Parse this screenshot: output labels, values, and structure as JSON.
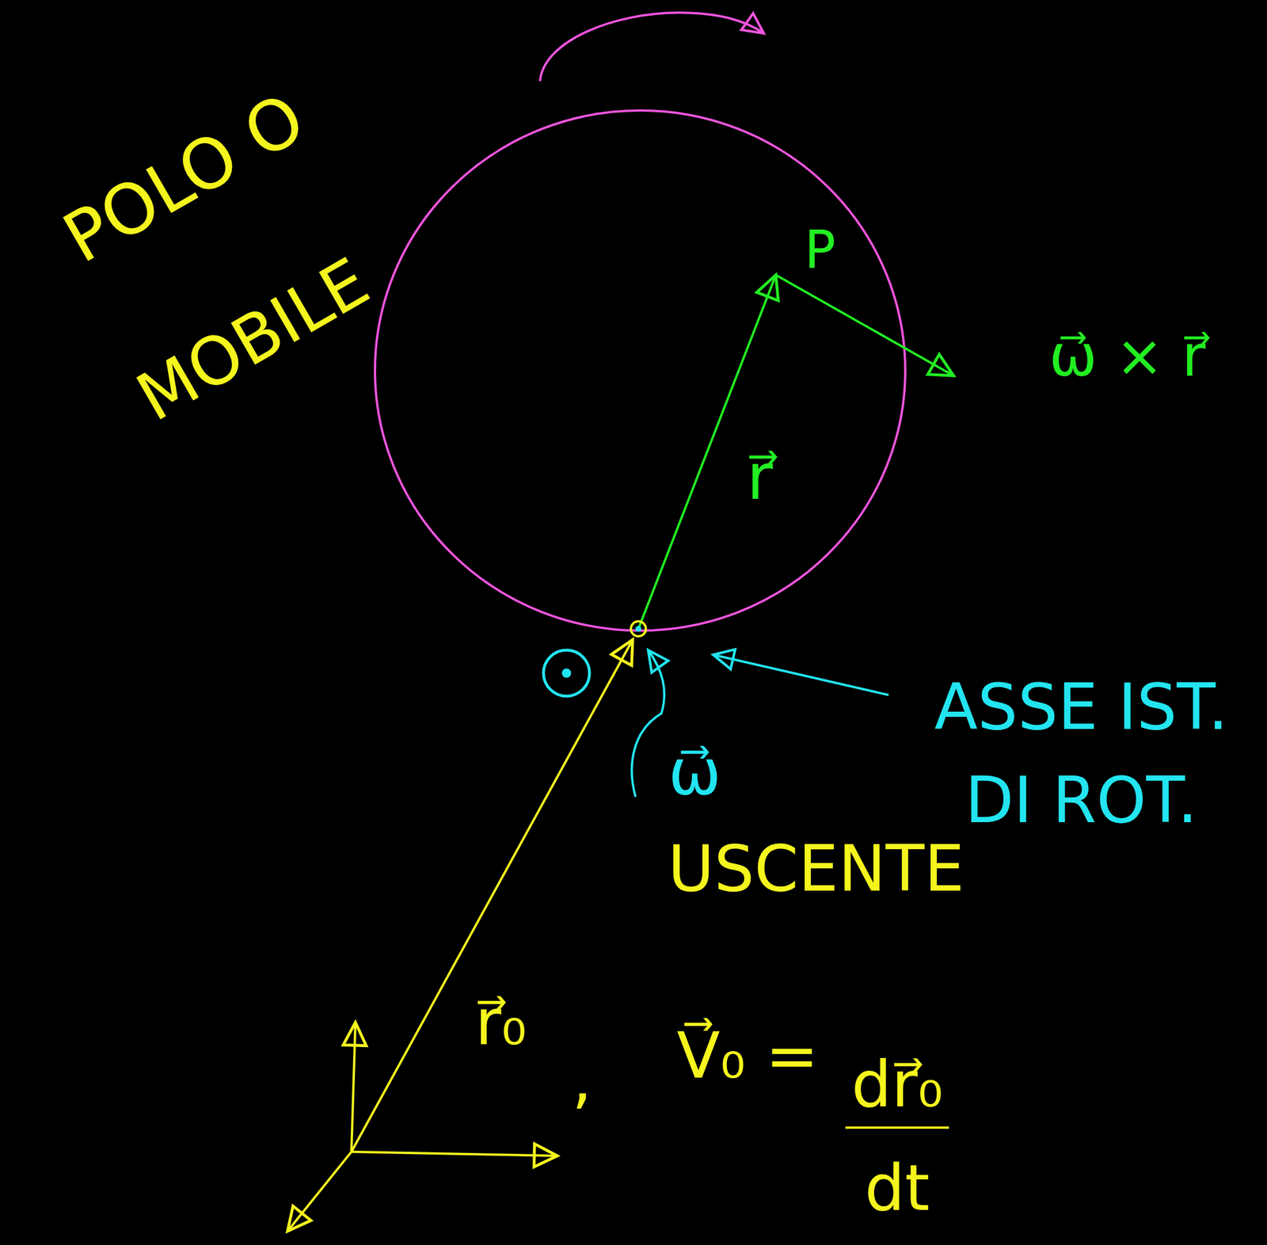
{
  "diagram": {
    "labels": [
      "POLO O",
      "MOBILE",
      "P",
      "ω⃗ × r⃗",
      "r⃗",
      "ω⃗",
      "USCENTE",
      "ASSE IST.",
      "DI ROT.",
      "r⃗₀",
      ",",
      "V⃗₀ =",
      "dr⃗₀",
      "dt"
    ]
  }
}
